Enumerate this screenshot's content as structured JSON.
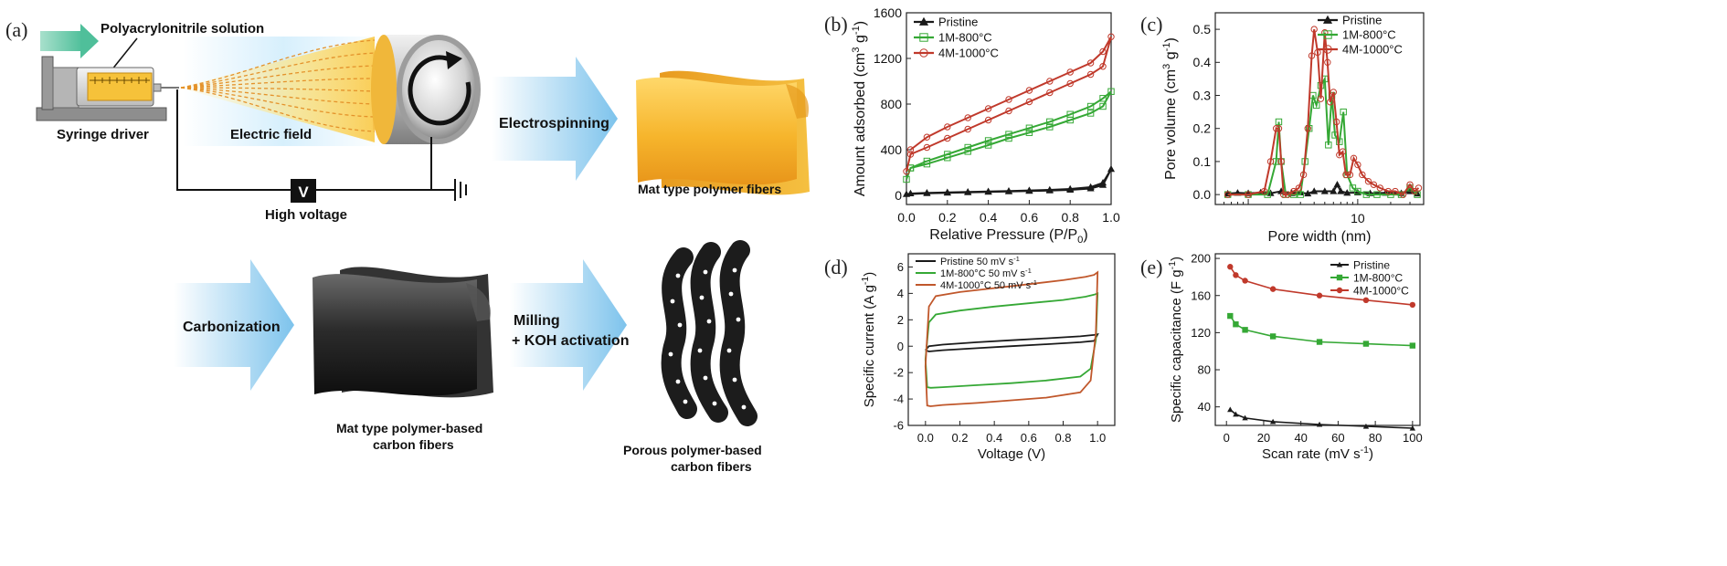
{
  "schematic": {
    "panel_label": "(a)",
    "solution_label": "Polyacrylonitrile solution",
    "syringe_label": "Syringe driver",
    "field_label": "Electric field",
    "voltage_symbol": "V",
    "voltage_label": "High voltage",
    "step_electrospinning": "Electrospinning",
    "mat_fibers_label": "Mat type polymer fibers",
    "step_carbonization": "Carbonization",
    "carbon_mat_label_1": "Mat type polymer-based",
    "carbon_mat_label_2": "carbon fibers",
    "step_milling_1": "Milling",
    "step_milling_2": "+ KOH activation",
    "porous_label_1": "Porous polymer-based",
    "porous_label_2": "carbon fibers"
  },
  "colors": {
    "pristine": "#1a1a1a",
    "series_1M": "#35a835",
    "series_4M": "#c0392b",
    "cv_4M": "#c0572b",
    "arrow_blue": "#8cc8ea",
    "gold": "#f2b92a"
  },
  "chart_data": [
    {
      "panel": "(b)",
      "type": "line",
      "xlabel": "Relative Pressure (P/P",
      "xlabel_sub": "0",
      "xlabel_end": ")",
      "ylabel": "Amount adsorbed (cm",
      "ylabel_sup": "3",
      "ylabel_mid": " g",
      "ylabel_sup2": "-1",
      "ylabel_end": ")",
      "xlim": [
        0,
        1.0
      ],
      "ylim": [
        -80,
        1600
      ],
      "xticks": [
        "0.0",
        "0.2",
        "0.4",
        "0.6",
        "0.8",
        "1.0"
      ],
      "yticks": [
        "0",
        "400",
        "800",
        "1200",
        "1600"
      ],
      "legend_position": "top-left",
      "series": [
        {
          "name": "Pristine",
          "marker": "triangle",
          "x": [
            0.0,
            0.1,
            0.2,
            0.3,
            0.4,
            0.5,
            0.6,
            0.7,
            0.8,
            0.9,
            0.96,
            1.0,
            0.96,
            0.9,
            0.8,
            0.7,
            0.6,
            0.5,
            0.4,
            0.3,
            0.2,
            0.1,
            0.02
          ],
          "y": [
            10,
            18,
            22,
            26,
            30,
            34,
            38,
            42,
            48,
            60,
            90,
            230,
            110,
            72,
            56,
            48,
            43,
            38,
            34,
            30,
            26,
            22,
            16
          ]
        },
        {
          "name": "1M-800°C",
          "marker": "square",
          "x": [
            0.0,
            0.02,
            0.1,
            0.2,
            0.3,
            0.4,
            0.5,
            0.6,
            0.7,
            0.8,
            0.9,
            0.96,
            1.0,
            0.96,
            0.9,
            0.8,
            0.7,
            0.6,
            0.5,
            0.4,
            0.3,
            0.2,
            0.1,
            0.02
          ],
          "y": [
            140,
            240,
            275,
            330,
            385,
            440,
            500,
            550,
            600,
            660,
            720,
            780,
            910,
            850,
            780,
            710,
            645,
            590,
            535,
            480,
            420,
            360,
            300,
            240
          ]
        },
        {
          "name": "4M-1000°C",
          "marker": "circle",
          "x": [
            0.0,
            0.02,
            0.1,
            0.2,
            0.3,
            0.4,
            0.5,
            0.6,
            0.7,
            0.8,
            0.9,
            0.96,
            1.0,
            0.96,
            0.9,
            0.8,
            0.7,
            0.6,
            0.5,
            0.4,
            0.3,
            0.2,
            0.1,
            0.02
          ],
          "y": [
            210,
            360,
            420,
            500,
            580,
            660,
            740,
            820,
            900,
            980,
            1060,
            1130,
            1390,
            1260,
            1160,
            1080,
            1000,
            920,
            840,
            760,
            680,
            600,
            510,
            400
          ]
        }
      ]
    },
    {
      "panel": "(c)",
      "type": "line",
      "xscale": "log",
      "xlabel": "Pore width (nm)",
      "ylabel": "Pore volume (cm",
      "ylabel_sup": "3",
      "ylabel_mid": " g",
      "ylabel_sup2": "-1",
      "ylabel_end": ")",
      "xlim": [
        0.5,
        40
      ],
      "ylim": [
        -0.03,
        0.55
      ],
      "xticks": [
        {
          "value": 10,
          "label": "10"
        }
      ],
      "yticks": [
        "0.0",
        "0.1",
        "0.2",
        "0.3",
        "0.4",
        "0.5"
      ],
      "legend_position": "top-right",
      "series": [
        {
          "name": "Pristine",
          "marker": "triangle",
          "x": [
            0.65,
            0.8,
            1.0,
            1.3,
            1.6,
            2.0,
            2.5,
            3.0,
            3.5,
            4.0,
            5.0,
            6.0,
            6.5,
            7.0,
            8.0,
            10.0,
            13.0,
            18.0,
            25.0,
            30.0,
            35.0
          ],
          "y": [
            0.003,
            0.005,
            0.004,
            0.006,
            0.004,
            0.01,
            0.004,
            0.006,
            0.003,
            0.01,
            0.01,
            0.01,
            0.03,
            0.01,
            0.005,
            0.006,
            0.004,
            0.005,
            0.004,
            0.01,
            0.003
          ]
        },
        {
          "name": "1M-800°C",
          "marker": "square",
          "x": [
            0.65,
            1.0,
            1.5,
            1.8,
            1.9,
            2.0,
            2.2,
            2.6,
            3.0,
            3.3,
            3.6,
            3.9,
            4.2,
            4.6,
            5.0,
            5.4,
            5.8,
            6.2,
            6.8,
            7.4,
            8.0,
            9.0,
            10.0,
            12.0,
            15.0,
            20.0,
            25.0,
            30.0,
            35.0
          ],
          "y": [
            0.0,
            0.0,
            0.0,
            0.1,
            0.22,
            0.1,
            0.0,
            0.0,
            0.0,
            0.1,
            0.2,
            0.3,
            0.27,
            0.33,
            0.35,
            0.15,
            0.3,
            0.18,
            0.16,
            0.25,
            0.06,
            0.02,
            0.01,
            0.0,
            0.0,
            0.0,
            0.0,
            0.02,
            0.0
          ]
        },
        {
          "name": "4M-1000°C",
          "marker": "circle",
          "x": [
            0.65,
            1.0,
            1.4,
            1.6,
            1.8,
            1.9,
            2.0,
            2.1,
            2.3,
            2.6,
            2.9,
            3.2,
            3.5,
            3.8,
            4.0,
            4.3,
            4.6,
            5.0,
            5.3,
            5.6,
            6.0,
            6.4,
            6.8,
            7.3,
            7.8,
            8.5,
            9.2,
            10.0,
            11.0,
            12.5,
            14.0,
            16.0,
            19.0,
            22.0,
            26.0,
            30.0,
            33.0,
            36.0
          ],
          "y": [
            0.0,
            0.0,
            0.01,
            0.1,
            0.2,
            0.2,
            0.1,
            0.0,
            0.0,
            0.01,
            0.02,
            0.06,
            0.2,
            0.42,
            0.5,
            0.43,
            0.29,
            0.49,
            0.4,
            0.28,
            0.31,
            0.22,
            0.12,
            0.13,
            0.06,
            0.06,
            0.11,
            0.09,
            0.06,
            0.04,
            0.03,
            0.02,
            0.01,
            0.01,
            0.0,
            0.03,
            0.01,
            0.02
          ]
        }
      ]
    },
    {
      "panel": "(d)",
      "type": "line",
      "xlabel": "Voltage (V)",
      "ylabel": "Specific current (A g",
      "ylabel_sup": "-1",
      "ylabel_end": ")",
      "xlim": [
        -0.1,
        1.1
      ],
      "ylim": [
        -6,
        7
      ],
      "xticks": [
        "0.0",
        "0.2",
        "0.4",
        "0.6",
        "0.8",
        "1.0"
      ],
      "yticks": [
        "-6",
        "-4",
        "-2",
        "0",
        "2",
        "4",
        "6"
      ],
      "legend_position": "top-left",
      "series": [
        {
          "name": "Pristine 50 mV s",
          "name_sup": "-1",
          "x": [
            0.0,
            0.02,
            0.1,
            0.3,
            0.5,
            0.7,
            0.9,
            0.98,
            1.0,
            0.98,
            0.9,
            0.7,
            0.5,
            0.3,
            0.1,
            0.02,
            0.0
          ],
          "y": [
            -0.3,
            0.0,
            0.12,
            0.3,
            0.45,
            0.6,
            0.75,
            0.85,
            0.9,
            0.4,
            0.3,
            0.15,
            0.0,
            -0.15,
            -0.3,
            -0.4,
            -0.3
          ]
        },
        {
          "name": "1M-800°C 50 mV s",
          "name_sup": "-1",
          "x": [
            0.0,
            0.02,
            0.06,
            0.2,
            0.4,
            0.6,
            0.8,
            0.93,
            0.98,
            1.0,
            0.99,
            0.96,
            0.9,
            0.7,
            0.5,
            0.3,
            0.1,
            0.03,
            0.01,
            0.0
          ],
          "y": [
            -1.0,
            1.8,
            2.4,
            2.7,
            3.0,
            3.25,
            3.5,
            3.75,
            3.9,
            4.0,
            0.5,
            -1.7,
            -2.3,
            -2.6,
            -2.8,
            -2.95,
            -3.1,
            -3.15,
            -3.1,
            -1.0
          ]
        },
        {
          "name": "4M-1000°C 50 mV s",
          "name_sup": "-1",
          "x": [
            0.0,
            0.02,
            0.06,
            0.2,
            0.4,
            0.6,
            0.8,
            0.93,
            0.98,
            1.0,
            0.99,
            0.96,
            0.9,
            0.7,
            0.5,
            0.3,
            0.1,
            0.03,
            0.01,
            0.0
          ],
          "y": [
            -1.5,
            3.0,
            3.8,
            4.1,
            4.4,
            4.7,
            5.0,
            5.25,
            5.4,
            5.6,
            1.0,
            -2.6,
            -3.5,
            -3.9,
            -4.1,
            -4.3,
            -4.45,
            -4.55,
            -4.5,
            -1.5
          ]
        }
      ]
    },
    {
      "panel": "(e)",
      "type": "line",
      "xlabel": "Scan rate (mV s",
      "xlabel_sup": "-1",
      "xlabel_end": ")",
      "ylabel": "Specific capacitance (F g",
      "ylabel_sup": "-1",
      "ylabel_end": ")",
      "xlim": [
        -6,
        104
      ],
      "ylim": [
        20,
        205
      ],
      "xticks": [
        "0",
        "20",
        "40",
        "60",
        "80",
        "100"
      ],
      "yticks": [
        "40",
        "80",
        "120",
        "160",
        "200"
      ],
      "legend_position": "top-right",
      "series": [
        {
          "name": "Pristine",
          "marker": "triangle",
          "x": [
            2,
            5,
            10,
            25,
            50,
            75,
            100
          ],
          "y": [
            37,
            32,
            28,
            24,
            21,
            19,
            17
          ]
        },
        {
          "name": "1M-800°C",
          "marker": "square",
          "x": [
            2,
            5,
            10,
            25,
            50,
            75,
            100
          ],
          "y": [
            138,
            129,
            123,
            116,
            110,
            108,
            106
          ]
        },
        {
          "name": "4M-1000°C",
          "marker": "circle",
          "x": [
            2,
            5,
            10,
            25,
            50,
            75,
            100
          ],
          "y": [
            191,
            182,
            176,
            167,
            160,
            155,
            150
          ]
        }
      ]
    }
  ]
}
